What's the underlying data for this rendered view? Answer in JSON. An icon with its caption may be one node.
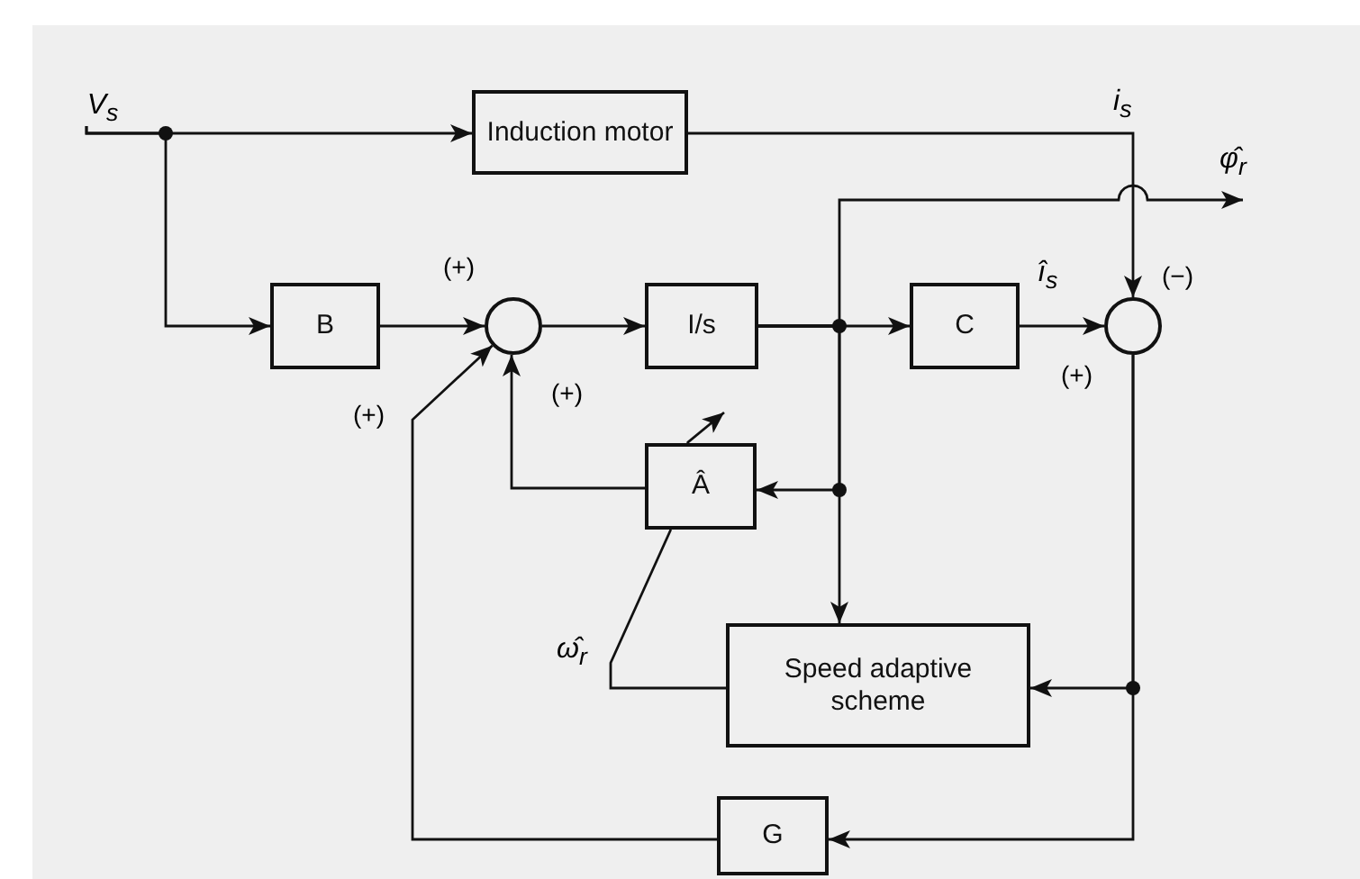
{
  "diagram": {
    "nodes": [
      {
        "text": [
          "V$_{s}$"
        ]
      },
      {
        "text": [
          "Induction motor"
        ]
      },
      {
        "text": [
          "B"
        ]
      },
      {
        "text": [],
        "shape": "circle"
      },
      {
        "text": [
          "I/s"
        ]
      },
      {
        "text": [
          "C"
        ]
      },
      {
        "text": [],
        "shape": "circle"
      },
      {
        "text": [
          "Â"
        ]
      },
      {
        "text": [
          "Speed adaptive scheme"
        ]
      },
      {
        "text": [
          "G"
        ]
      }
    ],
    "edges": [
      {
        "from": 0,
        "to": 1,
        "arrow": "to"
      },
      {
        "from": 1,
        "to": 6,
        "arrow": "to",
        "label": "i$_{s}$"
      },
      {
        "from": 0,
        "to": 2,
        "arrow": "to"
      },
      {
        "from": 2,
        "to": 3,
        "arrow": "to"
      },
      {
        "from": 3,
        "to": 4,
        "arrow": "to"
      },
      {
        "from": 4,
        "to": 5,
        "arrow": "to"
      },
      {
        "from": 4,
        "to": null,
        "arrow": "to",
        "label": "φ̂$_{r}$"
      },
      {
        "from": 4,
        "to": 7,
        "arrow": "to"
      },
      {
        "from": 4,
        "to": 8,
        "arrow": "to"
      },
      {
        "from": 5,
        "to": 6,
        "arrow": "to",
        "label": "î$_{s}$"
      },
      {
        "from": 7,
        "to": 3,
        "arrow": "to"
      },
      {
        "from": 6,
        "to": 8,
        "arrow": "to"
      },
      {
        "from": 6,
        "to": 9,
        "arrow": "to"
      },
      {
        "from": 9,
        "to": 3,
        "arrow": "to"
      },
      {
        "from": 8,
        "to": 7,
        "arrow": "none",
        "label": "ω̂$_{r}$"
      },
      {
        "from": 7,
        "to": null,
        "arrow": "to"
      }
    ],
    "labels": [
      "(+)",
      "(−)",
      "(+)",
      "(+)",
      "(+)"
    ]
  }
}
